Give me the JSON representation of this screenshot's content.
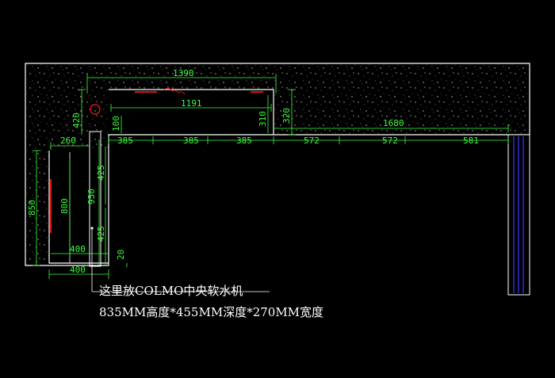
{
  "colors": {
    "background": "#000000",
    "outline": "#ffffff",
    "dimension": "#39ff3a",
    "accent_red": "#e01010",
    "column_blue": "#3a3aff",
    "countertop_speckle": "#bdbdbd"
  },
  "dimensions": {
    "top_total": "1390",
    "top_inner": "1191",
    "left_upper": "420",
    "left_short": "260",
    "small_depth": "100",
    "right_depth_inner": "310",
    "right_depth": "320",
    "long_run": "1680",
    "seg1": "385",
    "seg2": "385",
    "seg3": "385",
    "seg4": "572",
    "seg5": "572",
    "seg6": "581",
    "left_height": "850",
    "inner_height": "800",
    "cabinet_height": "950",
    "upper_425": "425",
    "lower_425": "425",
    "inner_width": "400",
    "bottom_width": "400",
    "small_gap": "20"
  },
  "note": {
    "line1": "这里放COLMO中央软水机",
    "line2": "835MM高度*455MM深度*270MM宽度"
  }
}
